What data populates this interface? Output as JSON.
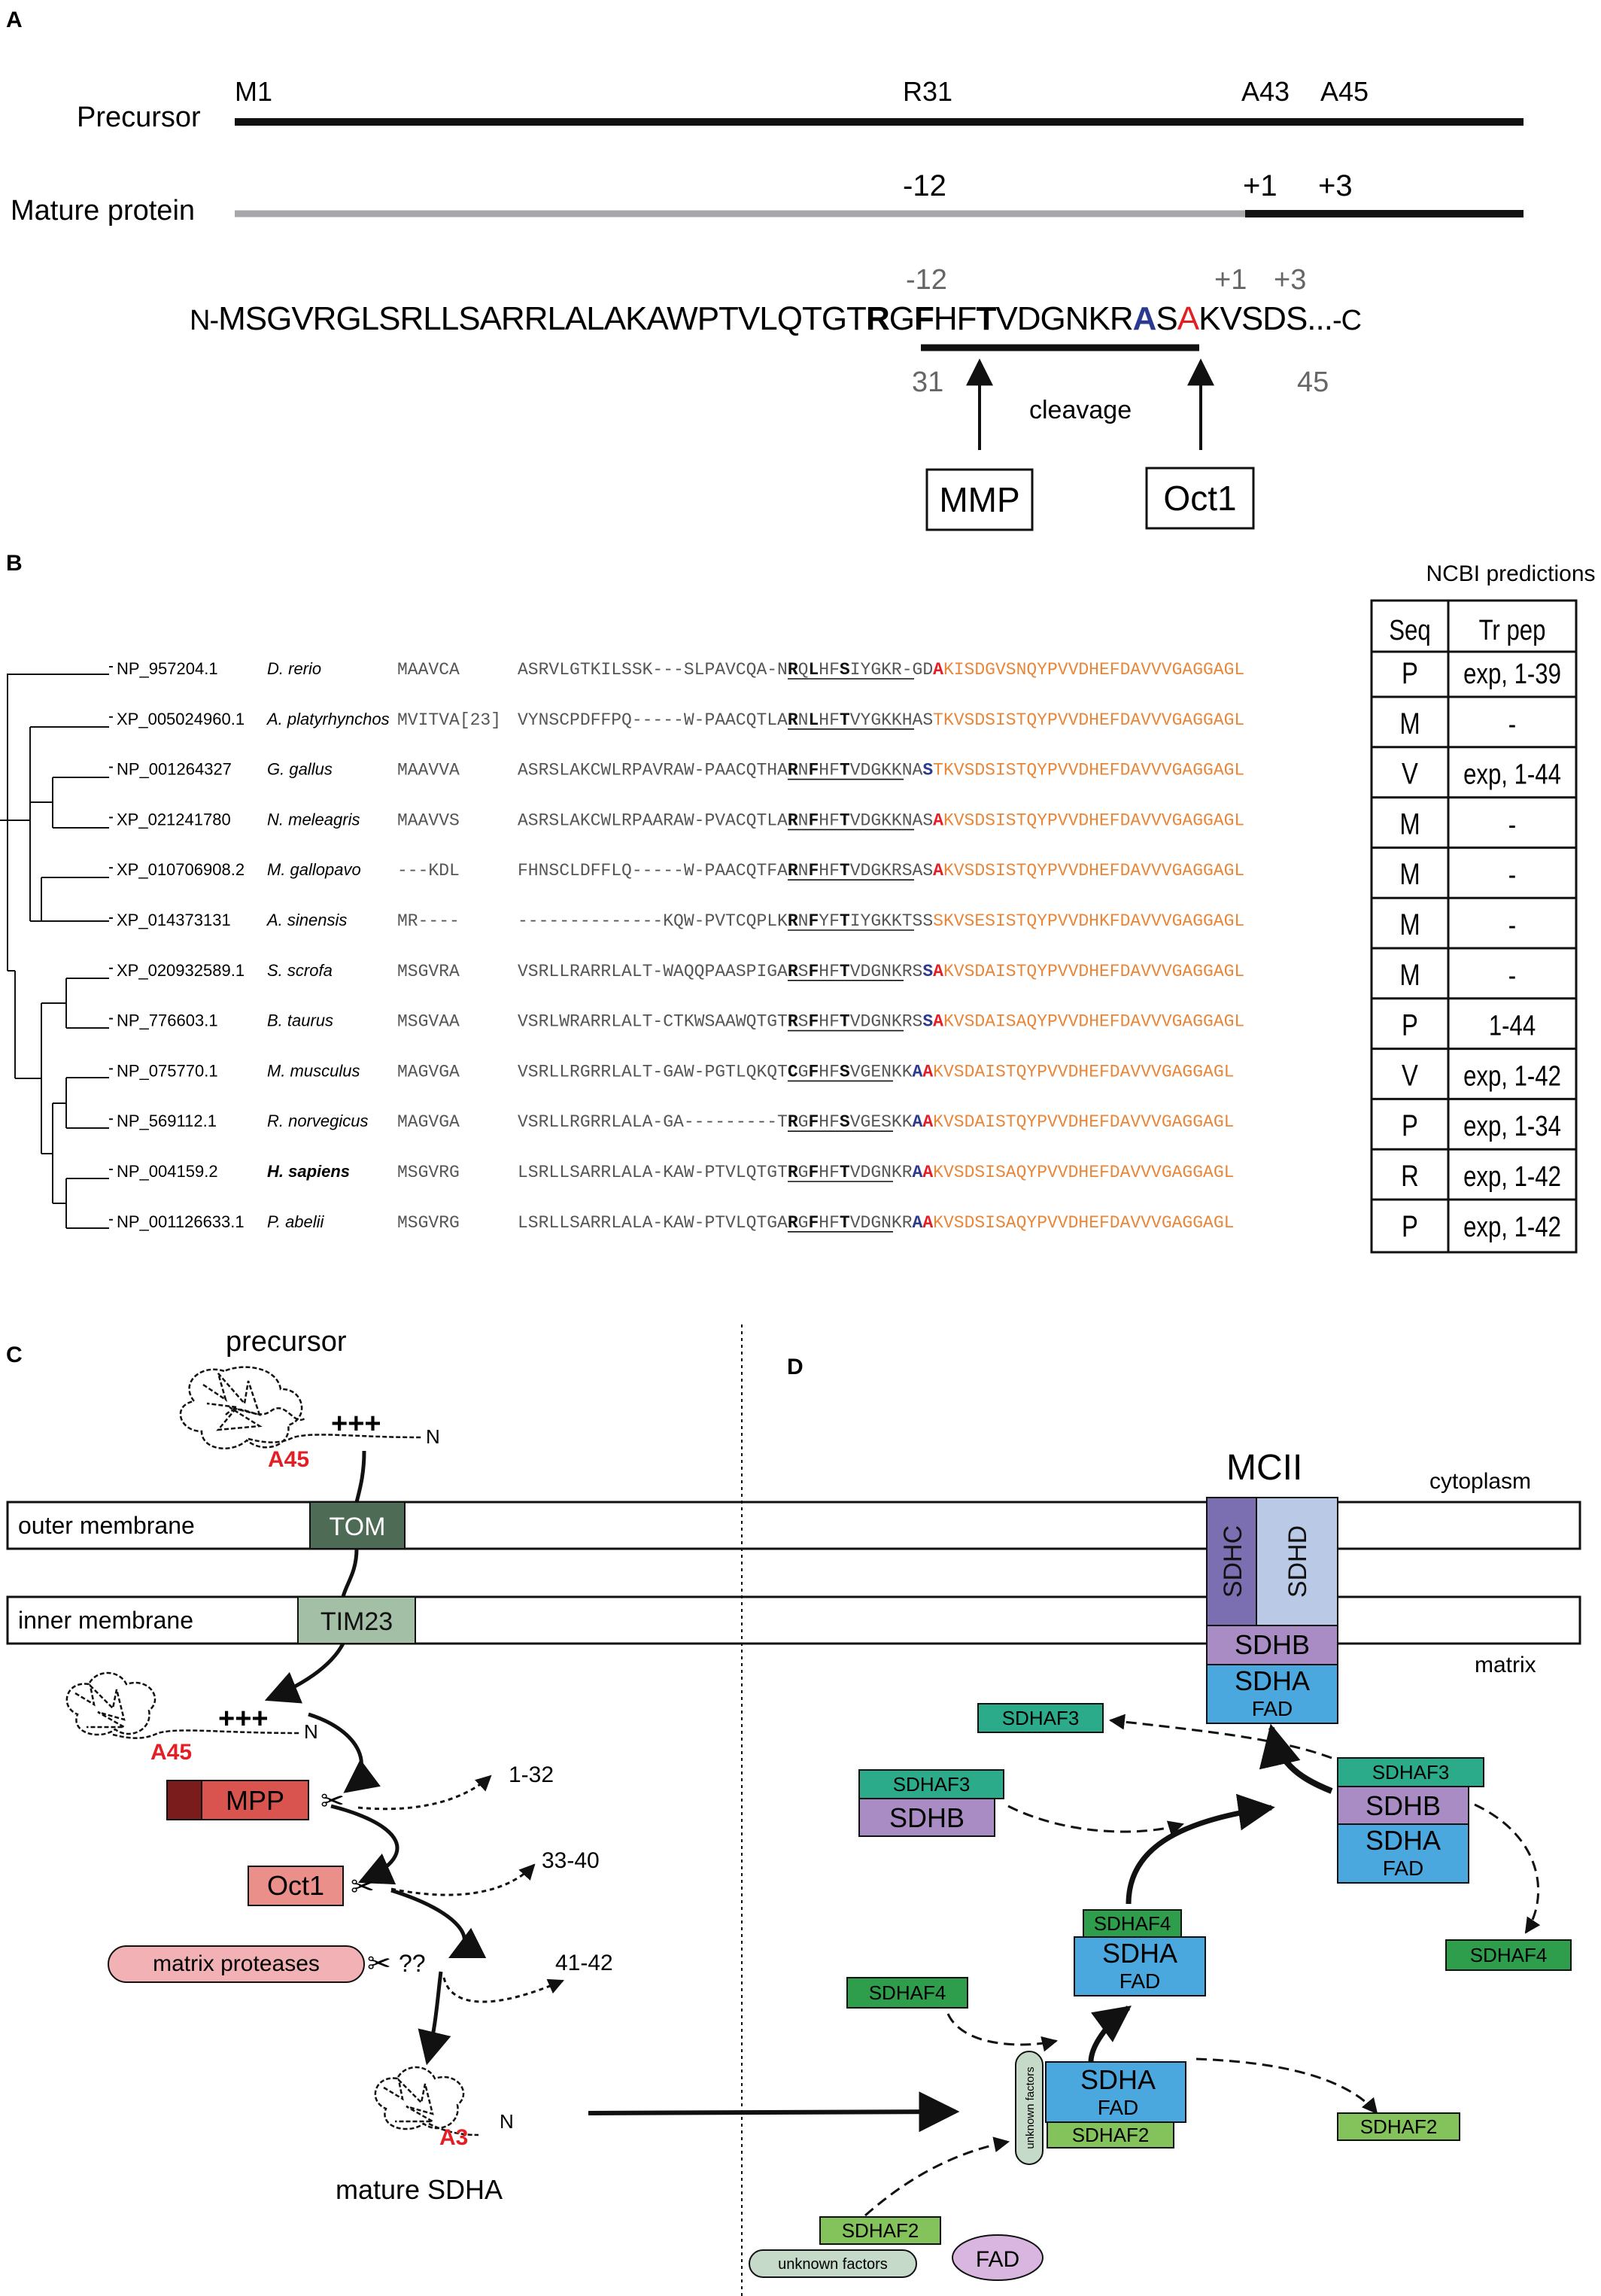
{
  "panelA": {
    "label": "A",
    "precursor_label": "Precursor",
    "mature_label": "Mature protein",
    "pos_m1": "M1",
    "pos_r31": "R31",
    "pos_a43": "A43",
    "pos_a45": "A45",
    "mat_minus12": "-12",
    "mat_plus1": "+1",
    "mat_plus3": "+3",
    "seq_minus12": "-12",
    "seq_plus1": "+1",
    "seq_plus3": "+3",
    "seq_nterm": "N-",
    "seq_part1": "MSGVRGLSRLLSARRLALAKAWPTVLQTGT",
    "seq_R": "R",
    "seq_G": "G",
    "seq_F": "F",
    "seq_HF": "HF",
    "seq_T": "T",
    "seq_VDGNKR": "VDGNKR",
    "seq_A1": "A",
    "seq_S": "S",
    "seq_A3": "A",
    "seq_rest": "KVSDS...",
    "seq_cterm": "-C",
    "num31": "31",
    "num45": "45",
    "cleavage": "cleavage",
    "mmp_box": "MMP",
    "oct1_box": "Oct1"
  },
  "panelB": {
    "label": "B",
    "ncbi_title": "NCBI predictions",
    "col_seq": "Seq",
    "col_trpep": "Tr pep",
    "rows": [
      {
        "acc": "NP_957204.1",
        "sp": "D. rerio",
        "s1": "MAAVCA",
        "s2": "ASRVLGTKILSSK---SLPAVCQA-N",
        "b1": "R",
        "m1": "Q",
        "b2": "L",
        "m2": "HF",
        "b3": "S",
        "m3": "IYGKR-GD",
        "blue": "",
        "red": "A",
        "or": "KISDGVSNQYPVVDHEFDAVVVGAGGAGL",
        "seq": "P",
        "tr": "exp, 1-39"
      },
      {
        "acc": "XP_005024960.1",
        "sp": "A. platyrhynchos",
        "s1": "MVITVA[23]",
        "s2": "VYNSCPDFFPQ-----W-PAACQTLA",
        "b1": "R",
        "m1": "N",
        "b2": "L",
        "m2": "HF",
        "b3": "T",
        "m3": "VYGKKHAS",
        "blue": "",
        "red": "",
        "or": "TKVSDSISTQYPVVDHEFDAVVVGAGGAGL",
        "seq": "M",
        "tr": "-"
      },
      {
        "acc": "NP_001264327",
        "sp": "G. gallus",
        "s1": "MAAVVA",
        "s2": "ASRSLAKCWLRPAVRAW-PAACQTHA",
        "b1": "R",
        "m1": "N",
        "b2": "F",
        "m2": "HF",
        "b3": "T",
        "m3": "VDGKKNA",
        "blue": "S",
        "red": "",
        "or": "TKVSDSISTQYPVVDHEFDAVVVGAGGAGL",
        "seq": "V",
        "tr": "exp, 1-44"
      },
      {
        "acc": "XP_021241780",
        "sp": "N. meleagris",
        "s1": "MAAVVS",
        "s2": "ASRSLAKCWLRPAARAW-PVACQTLA",
        "b1": "R",
        "m1": "N",
        "b2": "F",
        "m2": "HF",
        "b3": "T",
        "m3": "VDGKKNAS",
        "blue": "",
        "red": "A",
        "or": "KVSDSISTQYPVVDHEFDAVVVGAGGAGL",
        "seq": "M",
        "tr": "-"
      },
      {
        "acc": "XP_010706908.2",
        "sp": "M. gallopavo",
        "s1": "---KDL",
        "s2": "FHNSCLDFFLQ-----W-PAACQTFA",
        "b1": "R",
        "m1": "N",
        "b2": "F",
        "m2": "HF",
        "b3": "T",
        "m3": "VDGKRSAS",
        "blue": "",
        "red": "A",
        "or": "KVSDSISTQYPVVDHEFDAVVVGAGGAGL",
        "seq": "M",
        "tr": "-"
      },
      {
        "acc": "XP_014373131",
        "sp": "A. sinensis",
        "s1": "MR----",
        "s2": "--------------KQW-PVTCQPLK",
        "b1": "R",
        "m1": "N",
        "b2": "F",
        "m2": "YF",
        "b3": "T",
        "m3": "IYGKKTSS",
        "blue": "",
        "red": "",
        "or": "SKVSESISTQYPVVDHKFDAVVVGAGGAGL",
        "seq": "M",
        "tr": "-"
      },
      {
        "acc": "XP_020932589.1",
        "sp": "S. scrofa",
        "s1": "MSGVRA",
        "s2": "VSRLLRARRLALT-WAQQPAASPIGA",
        "b1": "R",
        "m1": "S",
        "b2": "F",
        "m2": "HF",
        "b3": "T",
        "m3": "VDGNKRS",
        "blue": "S",
        "red": "A",
        "or": "KVSDAISTQYPVVDHEFDAVVVGAGGAGL",
        "seq": "M",
        "tr": "-"
      },
      {
        "acc": "NP_776603.1",
        "sp": "B. taurus",
        "s1": "MSGVAA",
        "s2": "VSRLWRARRLALT-CTKWSAAWQTGT",
        "b1": "R",
        "m1": "S",
        "b2": "F",
        "m2": "HF",
        "b3": "T",
        "m3": "VDGNKRS",
        "blue": "S",
        "red": "A",
        "or": "KVSDAISAQYPVVDHEFDAVVVGAGGAGL",
        "seq": "P",
        "tr": "1-44"
      },
      {
        "acc": "NP_075770.1",
        "sp": "M. musculus",
        "s1": "MAGVGA",
        "s2": "VSRLLRGRRLALT-GAW-PGTLQKQT",
        "b1": "C",
        "m1": "G",
        "b2": "F",
        "m2": "HF",
        "b3": "S",
        "m3": "VGENKK",
        "blue": "A",
        "red": "A",
        "or": "KVSDAISTQYPVVDHEFDAVVVGAGGAGL",
        "seq": "V",
        "tr": "exp, 1-42"
      },
      {
        "acc": "NP_569112.1",
        "sp": "R. norvegicus",
        "s1": "MAGVGA",
        "s2": "VSRLLRGRRLALA-GA---------T",
        "b1": "R",
        "m1": "G",
        "b2": "F",
        "m2": "HF",
        "b3": "S",
        "m3": "VGESKK",
        "blue": "A",
        "red": "A",
        "or": "KVSDAISTQYPVVDHEFDAVVVGAGGAGL",
        "seq": "P",
        "tr": "exp, 1-34"
      },
      {
        "acc": "NP_004159.2",
        "sp": "H. sapiens",
        "s1": "MSGVRG",
        "s2": "LSRLLSARRLALA-KAW-PTVLQTGT",
        "b1": "R",
        "m1": "G",
        "b2": "F",
        "m2": "HF",
        "b3": "T",
        "m3": "VDGNKR",
        "blue": "A",
        "red": "A",
        "or": "KVSDSISAQYPVVDHEFDAVVVGAGGAGL",
        "seq": "R",
        "tr": "exp, 1-42"
      },
      {
        "acc": "NP_001126633.1",
        "sp": "P. abelii",
        "s1": "MSGVRG",
        "s2": "LSRLLSARRLALA-KAW-PTVLQTGA",
        "b1": "R",
        "m1": "G",
        "b2": "F",
        "m2": "HF",
        "b3": "T",
        "m3": "VDGNKR",
        "blue": "A",
        "red": "A",
        "or": "KVSDSISAQYPVVDHEFDAVVVGAGGAGL",
        "seq": "P",
        "tr": "exp, 1-42"
      }
    ]
  },
  "panelC": {
    "label": "C",
    "precursor": "precursor",
    "plus_top": "+++",
    "n_top": "N",
    "a45_top": "A45",
    "outer_membrane": "outer membrane",
    "tom": "TOM",
    "inner_membrane": "inner membrane",
    "tim23": "TIM23",
    "plus_mid": "+++",
    "n_mid": "N",
    "a45_mid": "A45",
    "mpp": "MPP",
    "frag1": "1-32",
    "oct1": "Oct1",
    "frag2": "33-40",
    "matrix_proteases": "matrix proteases",
    "qq": "??",
    "frag3": "41-42",
    "n_bot": "N",
    "a3": "A3",
    "mature_sdha": "mature SDHA"
  },
  "panelD": {
    "label": "D",
    "mcii": "MCII",
    "cytoplasm": "cytoplasm",
    "matrix": "matrix",
    "sdhc": "SDHC",
    "sdhd": "SDHD",
    "sdhb": "SDHB",
    "sdha": "SDHA",
    "fad": "FAD",
    "sdhaf2": "SDHAF2",
    "sdhaf3": "SDHAF3",
    "sdhaf4": "SDHAF4",
    "unknown_factors": "unknown factors"
  },
  "colors": {
    "red": "#e31e24",
    "blue": "#2b3990",
    "orange": "#e8863a",
    "tom": "#4e6b55",
    "tim": "#a3bfa6",
    "mpp": "#d9534f",
    "mpp_dark": "#7b1c1c",
    "oct1": "#ea8f8a",
    "proteases": "#f2b2b5",
    "sdhc": "#7b6fb2",
    "sdhd": "#b9c9e6",
    "sdhb": "#a98cc4",
    "sdha": "#4aa8df",
    "sdhaf2": "#84c25b",
    "sdhaf3": "#2bab8a",
    "sdhaf4": "#2e9e4d",
    "unknown": "#c6dac9",
    "fad_oval": "#d9b6e0"
  }
}
